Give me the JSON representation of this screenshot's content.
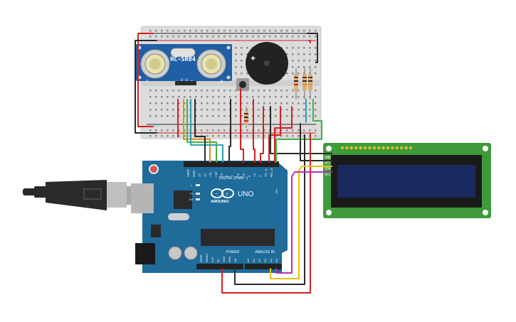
{
  "sensor": {
    "model": "HC-SR04",
    "pins": [
      "VCC",
      "TRIG",
      "ECHO",
      "GND"
    ],
    "left_mark": "T",
    "right_mark": "R"
  },
  "buzzer": {
    "minus": "−"
  },
  "arduino": {
    "brand": "ARDUINO",
    "model": "UNO",
    "digital_label": "DIGITAL (PWM ~)",
    "power_label": "POWER",
    "analog_label": "ANALOG IN",
    "top_pins": [
      "AREF",
      "GND",
      "13",
      "12",
      "~11",
      "~10",
      "~9",
      "8",
      "7",
      "~6",
      "~5",
      "4",
      "~3",
      "2",
      "TX→1",
      "RX←0"
    ],
    "power_pins": [
      "IOREF",
      "RESET",
      "3.3V",
      "5V",
      "GND",
      "GND",
      "Vin"
    ],
    "analog_pins": [
      "A0",
      "A1",
      "A2",
      "A3",
      "A4",
      "A5"
    ],
    "leds": [
      "L",
      "TX",
      "RX"
    ],
    "on_label": "ON"
  },
  "lcd": {
    "pins": [
      "GND",
      "VCC",
      "SDA",
      "SCL"
    ]
  },
  "colors": {
    "breadboard": "#d9d9d9",
    "board": "#1f6b9a",
    "lcd_pcb": "#3f9a3a",
    "lcd_screen": "#1b2a5e",
    "sensor": "#1f5fa5",
    "wire_red": "#d42020",
    "wire_black": "#2a2a2a",
    "wire_yellow": "#e5c400",
    "wire_magenta": "#b52fb5",
    "wire_green": "#3fb53f",
    "wire_orange": "#e59020",
    "wire_teal": "#2ea0b5"
  },
  "icons": [
    "usb-cable-icon",
    "arduino-logo-icon",
    "reset-button-icon"
  ]
}
